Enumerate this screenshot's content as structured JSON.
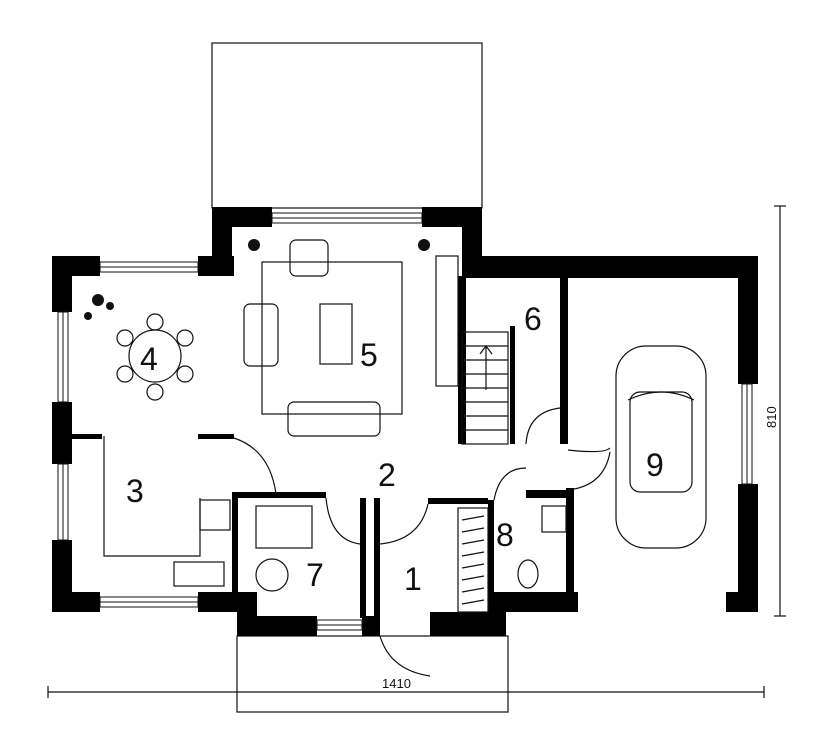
{
  "rooms": {
    "r1": "1",
    "r2": "2",
    "r3": "3",
    "r4": "4",
    "r5": "5",
    "r6": "6",
    "r7": "7",
    "r8": "8",
    "r9": "9"
  },
  "dimensions": {
    "width": "1410",
    "depth": "810"
  },
  "colors": {
    "wall": "#000000",
    "line": "#111111",
    "background": "#ffffff"
  }
}
